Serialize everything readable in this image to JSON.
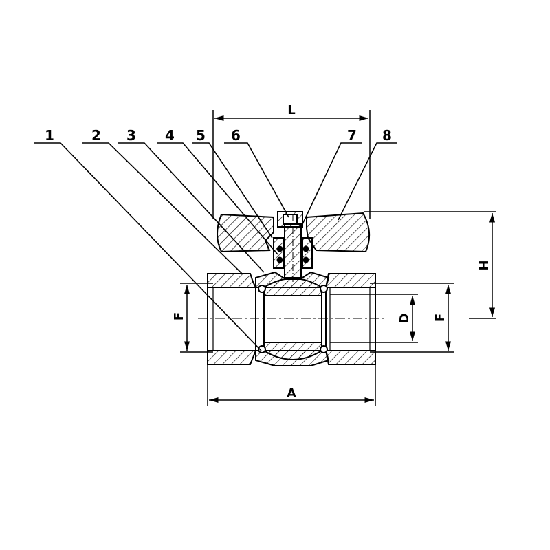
{
  "diagram": {
    "callouts": [
      {
        "number": "1"
      },
      {
        "number": "2"
      },
      {
        "number": "3"
      },
      {
        "number": "4"
      },
      {
        "number": "5"
      },
      {
        "number": "6"
      },
      {
        "number": "7"
      },
      {
        "number": "8"
      }
    ],
    "dimensions": {
      "length": "L",
      "height": "H",
      "overall": "A",
      "thread_left": "F",
      "thread_right": "F",
      "bore": "D"
    },
    "colors": {
      "line": "#000000",
      "background": "#ffffff"
    }
  }
}
